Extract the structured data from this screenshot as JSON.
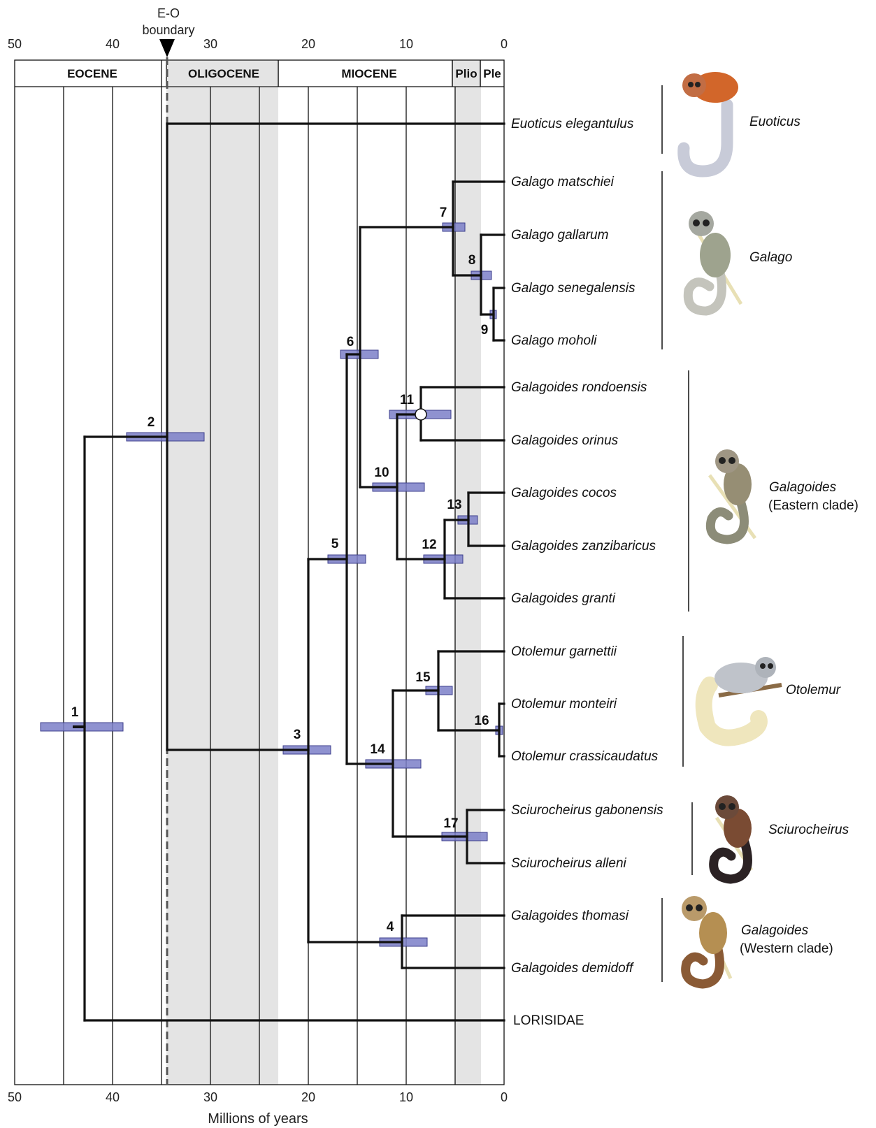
{
  "axis": {
    "ticks": [
      "50",
      "40",
      "30",
      "20",
      "10",
      "0"
    ],
    "label": "Millions of years",
    "boundary_label_1": "E-O",
    "boundary_label_2": "boundary"
  },
  "epochs": [
    "EOCENE",
    "OLIGOCENE",
    "MIOCENE",
    "Plio",
    "Ple"
  ],
  "taxa": [
    "Euoticus elegantulus",
    "Galago matschiei",
    "Galago gallarum",
    "Galago senegalensis",
    "Galago moholi",
    "Galagoides rondoensis",
    "Galagoides orinus",
    "Galagoides cocos",
    "Galagoides zanzibaricus",
    "Galagoides granti",
    "Otolemur garnettii",
    "Otolemur monteiri",
    "Otolemur crassicaudatus",
    "Sciurocheirus gabonensis",
    "Sciurocheirus alleni",
    "Galagoides thomasi",
    "Galagoides demidoff",
    "LORISIDAE"
  ],
  "nodes": [
    "1",
    "2",
    "3",
    "4",
    "5",
    "6",
    "7",
    "8",
    "9",
    "10",
    "11",
    "12",
    "13",
    "14",
    "15",
    "16",
    "17"
  ],
  "groups": {
    "euoticus": "Euoticus",
    "galago": "Galago",
    "galagoides_e_1": "Galagoides",
    "galagoides_e_2": "(Eastern clade)",
    "otolemur": "Otolemur",
    "sciurocheirus": "Sciurocheirus",
    "galagoides_w_1": "Galagoides",
    "galagoides_w_2": "(Western clade)"
  },
  "colors": {
    "bar": "#7b7fc8",
    "shade": "#e4e4e4",
    "line": "#111111"
  }
}
